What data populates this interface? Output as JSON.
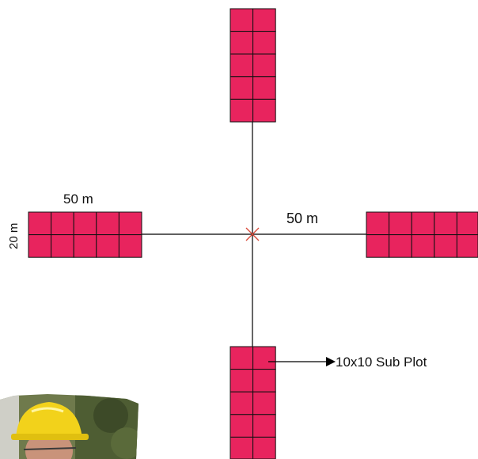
{
  "labels": {
    "left_length": "50 m",
    "left_width": "20 m",
    "right_distance": "50 m",
    "subplot_caption": "10x10 Sub Plot"
  },
  "colors": {
    "plot_fill": "#e8245e",
    "grid_line": "#111111",
    "center_mark": "#d94a3a",
    "line": "#000000"
  },
  "plots": {
    "arms": [
      "north",
      "east",
      "south",
      "west"
    ],
    "subplot_rows": 2,
    "subplot_cols": 5,
    "subplot_size": "10x10"
  },
  "photo": {
    "description_icon": "worker-with-hard-hat-photo"
  }
}
